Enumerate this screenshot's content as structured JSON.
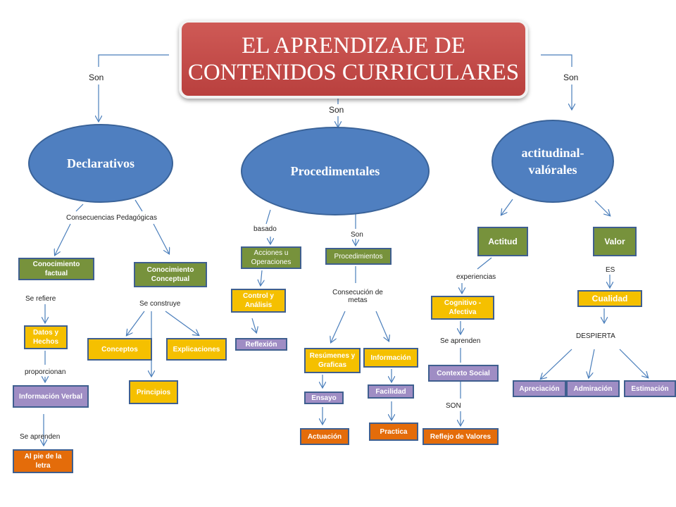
{
  "title": "EL APRENDIZAJE DE CONTENIDOS CURRICULARES",
  "links": {
    "son_left": "Son",
    "son_right": "Son",
    "son_center": "Son"
  },
  "declarativos": {
    "title": "Declarativos",
    "link": "Consecuencias Pedagógicas",
    "factual": {
      "label": "Conocimiento factual",
      "link1": "Se refiere",
      "datos": "Datos y Hechos",
      "link2": "proporcionan",
      "info": "Información Verbal",
      "link3": "Se aprenden",
      "pie": "Al pie de la letra"
    },
    "conceptual": {
      "label": "Conocimiento Conceptual",
      "link": "Se construye",
      "conceptos": "Conceptos",
      "principios": "Principios",
      "explicaciones": "Explicaciones"
    }
  },
  "procedimentales": {
    "title": "Procedimentales",
    "link_basado": "basado",
    "acciones": "Acciones u Operaciones",
    "control": "Control y Análisis",
    "reflexion": "Reflexión",
    "link_son": "Son",
    "procedimientos": "Procedimientos",
    "consecucion": "Consecución de metas",
    "resumenes": "Resúmenes y Graficas",
    "ensayo": "Ensayo",
    "actuacion": "Actuación",
    "informacion": "Información",
    "facilidad": "Facilidad",
    "practica": "Practica"
  },
  "actitudinal": {
    "title": "actitudinal- valórales",
    "actitud": "Actitud",
    "link_exp": "experiencias",
    "cognitivo": "Cognitivo - Afectiva",
    "link_apr": "Se aprenden",
    "contexto": "Contexto Social",
    "link_son": "SON",
    "reflejo": "Reflejo de Valores",
    "valor": "Valor",
    "link_es": "ES",
    "cualidad": "Cualidad",
    "link_desp": "DESPIERTA",
    "apreciacion": "Apreciación",
    "admiracion": "Admiración",
    "estimacion": "Estimación"
  },
  "colors": {
    "ellipse": "#4f7fc0",
    "title": "#c0504d",
    "green": "#77923c",
    "yellow": "#f5c000",
    "purple": "#9f8dc4",
    "orange": "#e46c0a",
    "line": "#4a7ebb"
  }
}
